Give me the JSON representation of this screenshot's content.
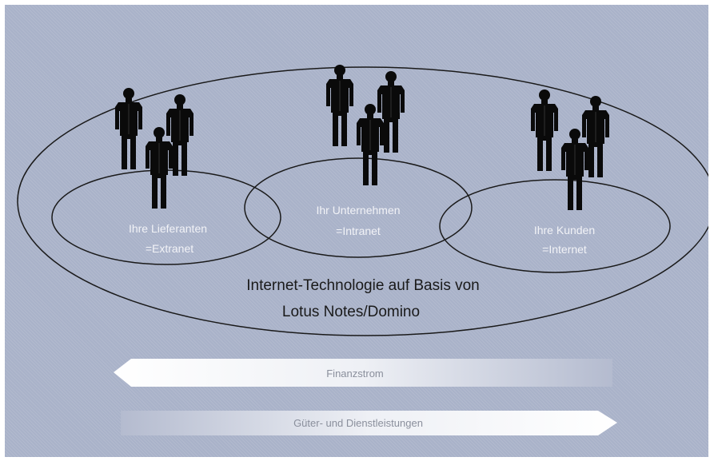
{
  "diagram": {
    "groups": [
      {
        "id": "lieferanten",
        "line1": "Ihre Lieferanten",
        "line2": "=Extranet",
        "icon": "people-group-icon"
      },
      {
        "id": "unternehmen",
        "line1": "Ihr Unternehmen",
        "line2": "=Intranet",
        "icon": "people-group-icon"
      },
      {
        "id": "kunden",
        "line1": "Ihre Kunden",
        "line2": "=Internet",
        "icon": "people-group-icon"
      }
    ],
    "platform": {
      "line1": "Internet-Technologie auf Basis von",
      "line2": "Lotus Notes/Domino"
    },
    "flows": {
      "finance": "Finanzstrom",
      "goods": "Güter- und Dienstleistungen"
    }
  }
}
